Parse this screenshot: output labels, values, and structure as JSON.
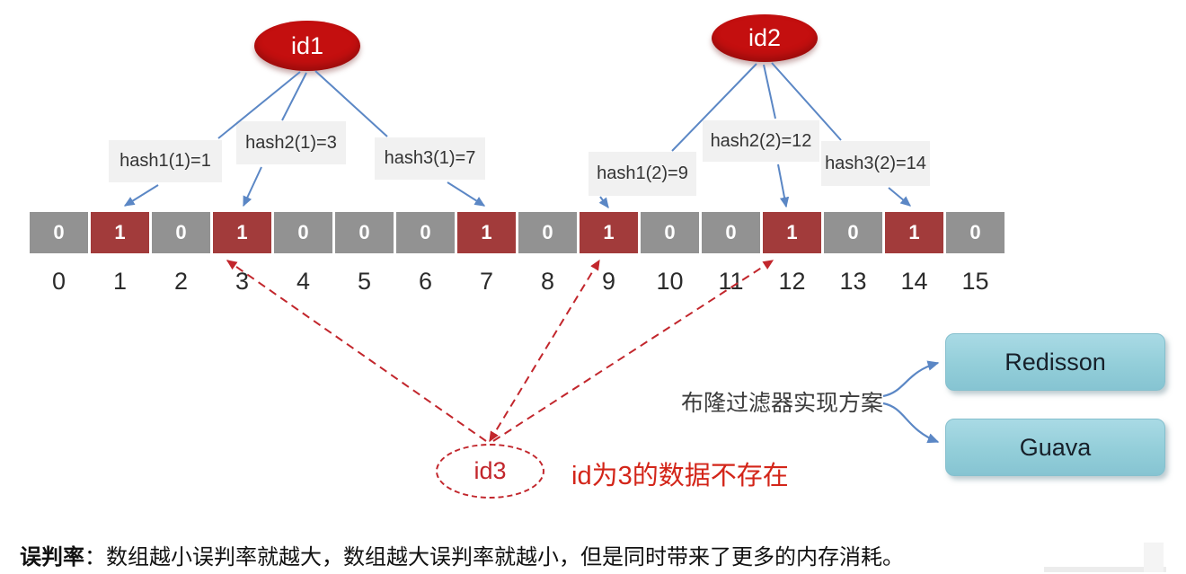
{
  "nodes": {
    "id1": "id1",
    "id2": "id2",
    "id3": "id3"
  },
  "hash_labels": {
    "h1_1": "hash1(1)=1",
    "h2_1": "hash2(1)=3",
    "h3_1": "hash3(1)=7",
    "h1_2": "hash1(2)=9",
    "h2_2": "hash2(2)=12",
    "h3_2": "hash3(2)=14"
  },
  "bit_array": {
    "bits": [
      "0",
      "1",
      "0",
      "1",
      "0",
      "0",
      "0",
      "1",
      "0",
      "1",
      "0",
      "0",
      "1",
      "0",
      "1",
      "0"
    ],
    "indices": [
      "0",
      "1",
      "2",
      "3",
      "4",
      "5",
      "6",
      "7",
      "8",
      "9",
      "10",
      "11",
      "12",
      "13",
      "14",
      "15"
    ]
  },
  "annotations": {
    "id3_note": "id为3的数据不存在",
    "impl_label": "布隆过滤器实现方案"
  },
  "impl_options": {
    "redisson": "Redisson",
    "guava": "Guava"
  },
  "footer": {
    "lead": "误判率",
    "rest": "：数组越小误判率就越大，数组越大误判率就越小，但是同时带来了更多的内存消耗。"
  },
  "colors": {
    "node_red": "#c40f0f",
    "bit_on": "#a23b3b",
    "bit_off": "#929292",
    "arrow_blue": "#5b87c5",
    "dashed_red": "#c2262c",
    "note_red": "#d32519",
    "option_blue": "#93ced9",
    "label_bg": "#f1f1f1"
  }
}
